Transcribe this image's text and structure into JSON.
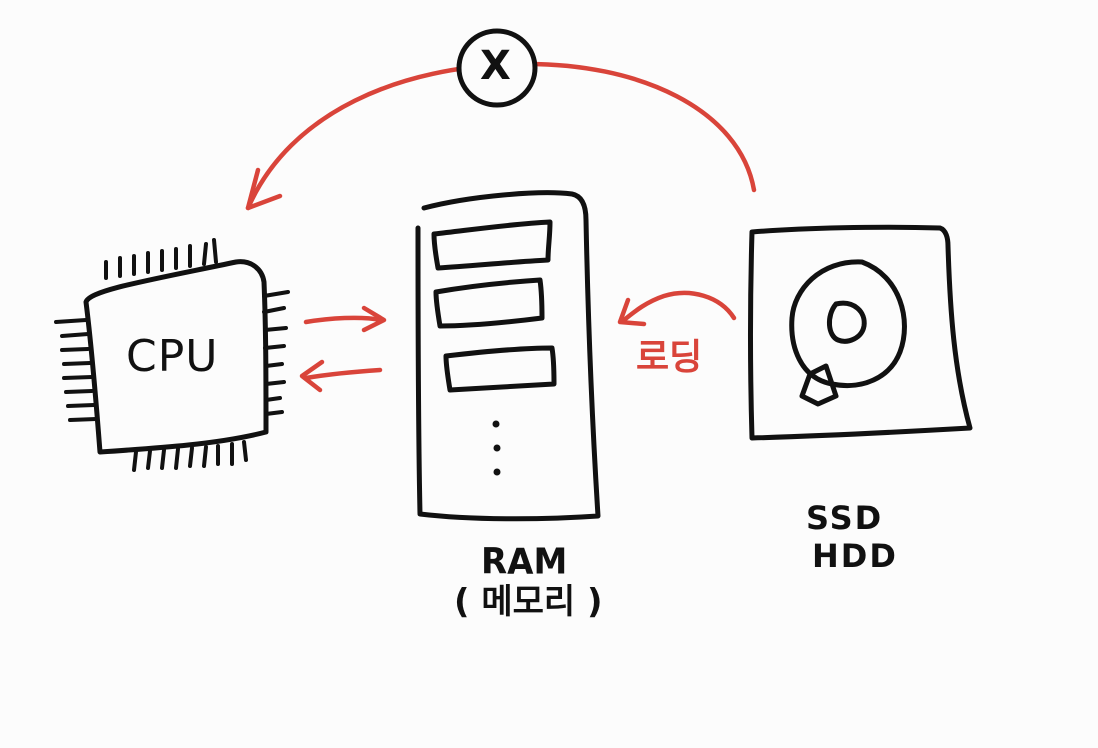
{
  "labels": {
    "cpu": "CPU",
    "ram": "RAM",
    "memory": "( 메모리 )",
    "ssd": "SSD",
    "hdd": "HDD",
    "loading": "로딩"
  },
  "symbols": {
    "blocked": "X"
  },
  "colors": {
    "ink": "#111111",
    "accent": "#d9443a",
    "background": "#fcfcfc"
  },
  "icons": [
    "cpu-chip-icon",
    "ram-module-icon",
    "hard-disk-icon"
  ]
}
